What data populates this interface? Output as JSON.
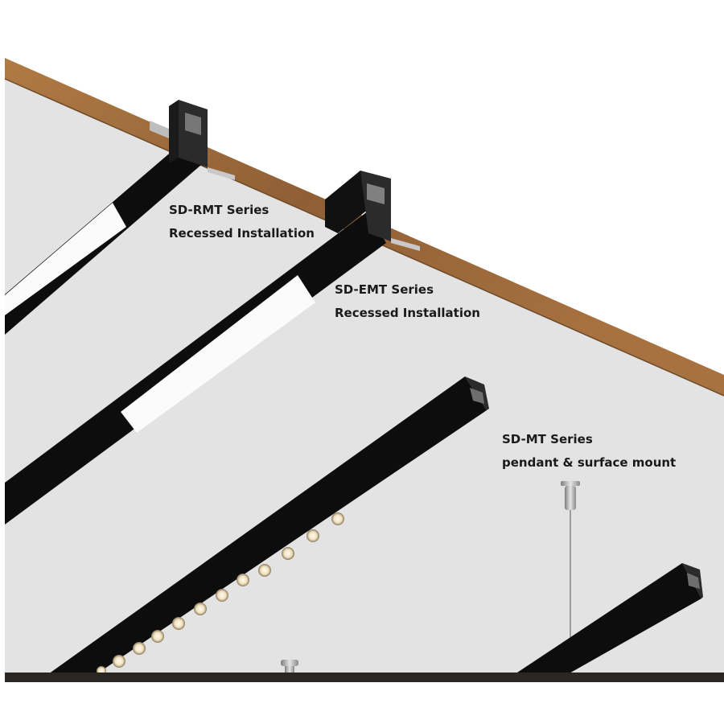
{
  "labels": {
    "rmt": {
      "series": "SD-RMT Series",
      "install": "Recessed Installation"
    },
    "emt": {
      "series": "SD-EMT Series",
      "install": "Recessed Installation"
    },
    "mt": {
      "series": "SD-MT Series",
      "install": "pendant & surface mount"
    }
  },
  "colors": {
    "ceiling": "#e3e3e3",
    "wood": "#9b6a3c",
    "profile": "#0d0d0d",
    "diffuser": "#fbfbfb",
    "led": "#f6ecd4",
    "floor_bar": "#2a2624"
  }
}
